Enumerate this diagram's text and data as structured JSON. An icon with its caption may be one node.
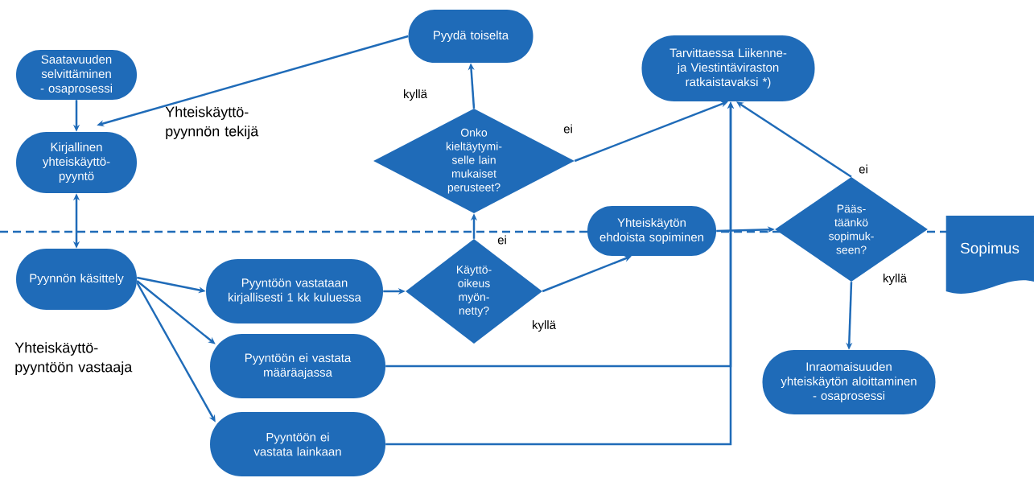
{
  "diagram": {
    "nodes": [
      {
        "text": [
          "Saatavuuden selvittäminen - osaprosessi"
        ]
      },
      {
        "text": [
          "Kirjallinen yhteiskäyttö- pyyntö"
        ]
      },
      {
        "text": [
          "Pyydä toiselta"
        ]
      },
      {
        "text": [
          "Onko kieltäytymi- selle lain mukaiset perusteet?"
        ]
      },
      {
        "text": [
          "Tarvittaessa Liikenne- ja Viestintäviraston ratkaistavaksi *)"
        ]
      },
      {
        "text": [
          "Yhteiskäytön ehdoista sopiminen"
        ]
      },
      {
        "text": [
          "Pääs- täänkö sopimuk- seen?"
        ]
      },
      {
        "text": [
          "Sopimus"
        ]
      },
      {
        "text": [
          "Pyynnön käsittely"
        ]
      },
      {
        "text": [
          "Pyyntöön vastataan kirjallisesti 1 kk kuluessa"
        ]
      },
      {
        "text": [
          "Käyttö- oikeus myön- netty?"
        ]
      },
      {
        "text": [
          "Pyyntöön ei vastata määräajassa"
        ]
      },
      {
        "text": [
          "Pyyntöön ei vastata lainkaan"
        ]
      },
      {
        "text": [
          "Inraomaisuuden yhteiskäytön aloittaminen - osaprosessi"
        ]
      }
    ],
    "edges": [
      {
        "from": 0,
        "to": 1,
        "arrow": "to"
      },
      {
        "from": 2,
        "to": 1,
        "arrow": "to"
      },
      {
        "from": 1,
        "to": 8,
        "arrow": "both"
      },
      {
        "from": 8,
        "to": 9,
        "arrow": "to"
      },
      {
        "from": 8,
        "to": 11,
        "arrow": "to"
      },
      {
        "from": 8,
        "to": 12,
        "arrow": "to"
      },
      {
        "from": 9,
        "to": 10,
        "arrow": "to"
      },
      {
        "from": 10,
        "to": 3,
        "arrow": "to",
        "label": "ei"
      },
      {
        "from": 3,
        "to": 2,
        "arrow": "to",
        "label": "kyllä"
      },
      {
        "from": 3,
        "to": 4,
        "arrow": "to",
        "label": "ei"
      },
      {
        "from": 10,
        "to": 5,
        "arrow": "to",
        "label": "kyllä"
      },
      {
        "from": 5,
        "to": 6,
        "arrow": "to"
      },
      {
        "from": 6,
        "to": 4,
        "arrow": "to",
        "label": "ei"
      },
      {
        "from": 6,
        "to": 13,
        "arrow": "to",
        "label": "kyllä"
      },
      {
        "from": 11,
        "to": 4,
        "arrow": "to"
      },
      {
        "from": 12,
        "to": 4,
        "arrow": "to"
      }
    ],
    "labels": [
      "Yhteiskäyttö- pyynnön tekijä",
      "Yhteiskäyttö- pyyntöön vastaaja"
    ]
  }
}
